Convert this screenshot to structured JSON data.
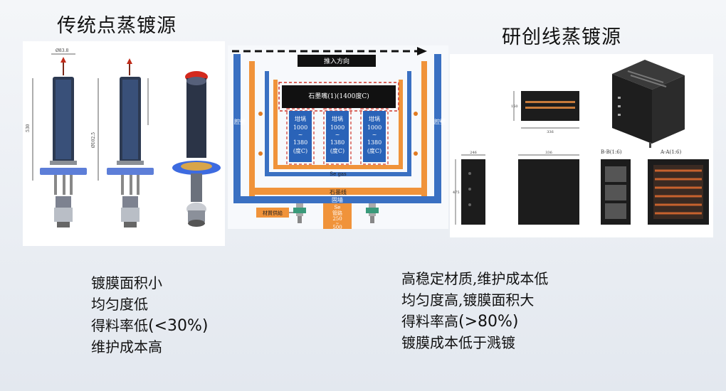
{
  "left": {
    "title": "传统点蒸镀源",
    "features": [
      {
        "cn": "镀膜面积小",
        "tail": ""
      },
      {
        "cn": "均匀度低",
        "tail": ""
      },
      {
        "cn": "得料率低",
        "tail": "(<30%)"
      },
      {
        "cn": "维护成本高",
        "tail": ""
      }
    ],
    "drawing_labels": {
      "top_dim": "Ø83.8",
      "side_dim": "530",
      "side_dim2": "Ø102.5"
    }
  },
  "center": {
    "push_label": "推入方向",
    "bar_label": "石墨嘴(1)(1400度C)",
    "crucible": {
      "name": "坩埚",
      "t1": "1000",
      "t2": "~",
      "t3": "1380",
      "t4": "(度C)"
    },
    "cavity_label": "腔壁",
    "se_gas": "Se gas",
    "graphite_block": "石墨线",
    "base_label": "固墙",
    "feeder": "材質供給",
    "pipe": {
      "l1": "Se",
      "l2": "管路",
      "l3": "250",
      "l4": "~",
      "l5": "500"
    }
  },
  "right": {
    "title": "研创线蒸镀源",
    "features": [
      {
        "cn": "高稳定材质,维护成本低",
        "tail": ""
      },
      {
        "cn": "均匀度高,镀膜面积大",
        "tail": ""
      },
      {
        "cn": "得料率高",
        "tail": "(>80%)"
      },
      {
        "cn": "镀膜成本低于溅镀",
        "tail": ""
      }
    ],
    "drawing_labels": {
      "w1": "336",
      "h1": "150",
      "w2": "246",
      "w3": "336",
      "section_b": "B-B(1:6)",
      "section_a": "A-A(1:6)",
      "h2": "475"
    }
  }
}
